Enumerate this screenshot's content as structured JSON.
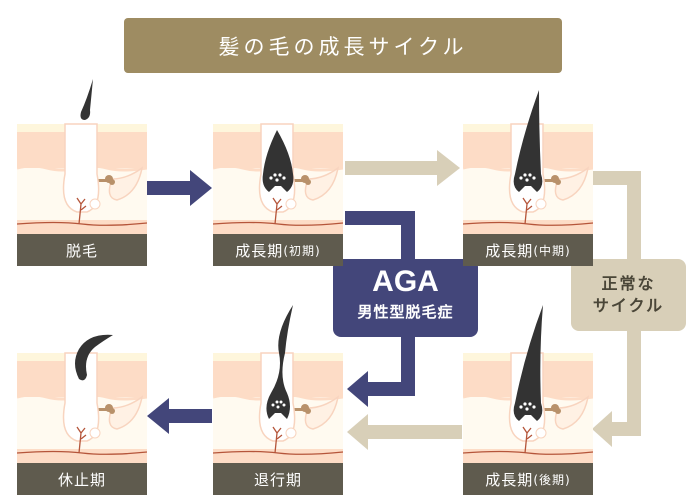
{
  "title": "髪の毛の成長サイクル",
  "stages": [
    {
      "id": "datsumo",
      "label": "脱毛",
      "paren": ""
    },
    {
      "id": "seichoki-shoki",
      "label": "成長期",
      "paren": "(初期)"
    },
    {
      "id": "seichoki-chuki",
      "label": "成長期",
      "paren": "(中期)"
    },
    {
      "id": "seichoki-koki",
      "label": "成長期",
      "paren": "(後期)"
    },
    {
      "id": "taikoki",
      "label": "退行期",
      "paren": ""
    },
    {
      "id": "kyushiki",
      "label": "休止期",
      "paren": ""
    }
  ],
  "aga": {
    "title": "AGA",
    "subtitle": "男性型脱毛症"
  },
  "normal_cycle": {
    "line1": "正常な",
    "line2": "サイクル"
  },
  "colors": {
    "banner": "#9e8c62",
    "label_bg": "#5f5b4e",
    "aga": "#43467a",
    "normal": "#d8cfb8",
    "hair": "#333333",
    "skin_pink": "#fddcc6",
    "skin_cream": "#fffaf0"
  }
}
